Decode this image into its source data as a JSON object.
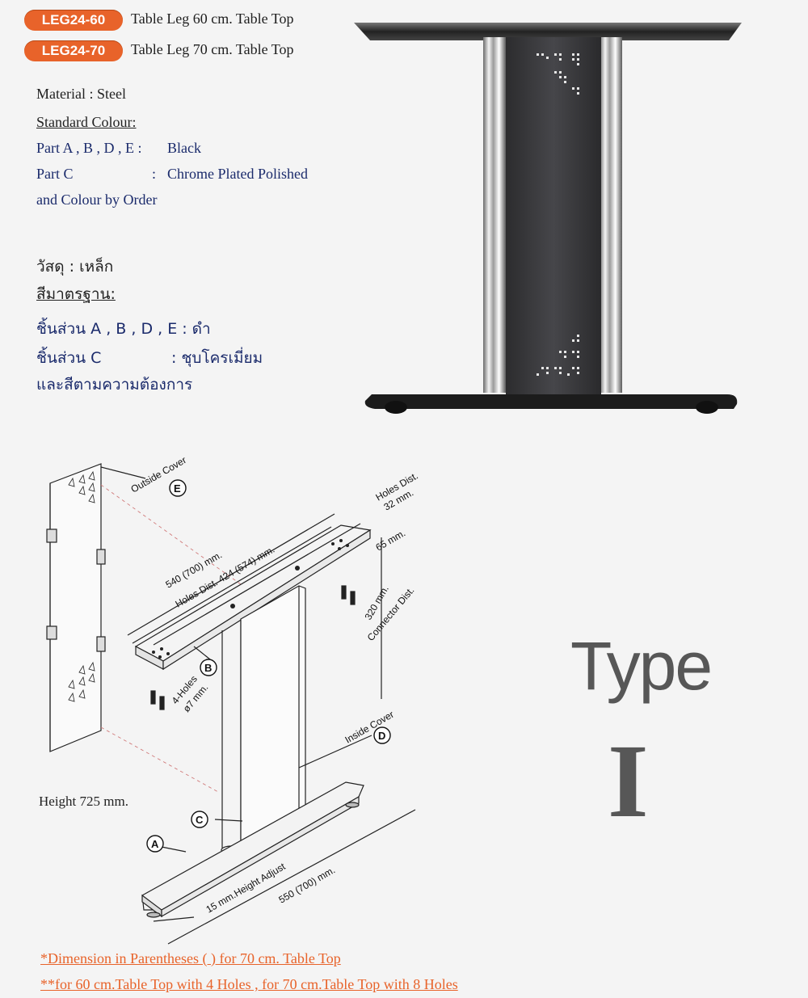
{
  "header": {
    "products": [
      {
        "code": "LEG24-60",
        "description": "Table Leg  60 cm. Table Top"
      },
      {
        "code": "LEG24-70",
        "description": "Table Leg  70 cm. Table Top"
      }
    ]
  },
  "spec_en": {
    "material": "Material : Steel",
    "standard_colour": "Standard Colour:",
    "part_abde_label": "Part  A , B , D , E  :",
    "part_abde_value": "Black",
    "part_c_label": "Part  C",
    "part_c_colon": ":",
    "part_c_value": "Chrome Plated Polished",
    "colour_by_order": "and Colour by Order"
  },
  "spec_th": {
    "material": "วัสดุ : เหล็ก",
    "standard_colour": "สีมาตรฐาน:",
    "part_abde": "ชิ้นส่วน  A , B , D , E :  ดำ",
    "part_c_label": "ชิ้นส่วน  C",
    "part_c_value": ":  ชุบโครเมี่ยม",
    "colour_by_order": "และสีตามความต้องการ"
  },
  "diagram": {
    "outside_cover": "Outside Cover",
    "inside_cover": "Inside Cover",
    "holes_dist_top": "Holes Dist.",
    "holes_dist_32": "32 mm.",
    "dim_65": "65 mm.",
    "dim_540": "540 (700) mm.",
    "holes_dist_424": "Holes Dist. 424 (574) mm.",
    "connector_320": "320 mm.",
    "connector_dist": "Connector Dist.",
    "four_holes": "4-Holes",
    "hole_dia": "ø7 mm.",
    "height_adjust": "15 mm.Height Adjust",
    "dim_550": "550 (700) mm.",
    "part_a": "A",
    "part_b": "B",
    "part_c": "C",
    "part_d": "D",
    "part_e": "E"
  },
  "height": "Height 725 mm.",
  "type_word": "Type",
  "type_letter": "I",
  "notes": {
    "note1": "*Dimension in Parentheses  (        ) for 70 cm. Table Top",
    "note2": "**for 60 cm.Table Top with 4 Holes , for 70 cm.Table Top with 8 Holes"
  },
  "colors": {
    "accent_orange": "#e8632a",
    "navy_text": "#1a2a6b",
    "type_grey": "#575757"
  }
}
